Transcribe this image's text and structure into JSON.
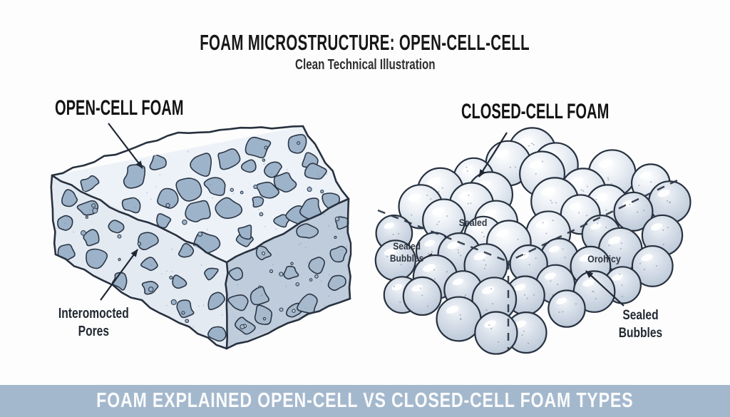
{
  "title": "FOAM MICROSTRUCTURE: OPEN-CELL-CELL",
  "subtitle": "Clean Technical Illustration",
  "left_figure": {
    "heading": "OPEN-CELL FOAM",
    "callout": "Interomocted\nPores"
  },
  "right_figure": {
    "heading": "CLOSED-CELL FOAM",
    "labels": {
      "sealed_top": "Sealed",
      "sealed_bubbles_left": "Sealed\nBubbles",
      "orohicy": "Orohicy",
      "sealed_bubbles_right": "Sealed\nBubbles"
    }
  },
  "banner": {
    "text": "FOAM EXPLAINED OPEN-CELL VS CLOSED-CELL FOAM TYPES"
  },
  "colors": {
    "banner_bg": "#a4b8cd",
    "banner_text": "#fafbfc",
    "ink_outline": "#28313f",
    "foam_top_face": "#edf2f8",
    "foam_front_face": "#e3eaf2",
    "foam_right_face": "#bfccdc",
    "pore_fill": "#9db3ca",
    "bubble_light": "#e9eef4",
    "bubble_shade": "#b7c4d5",
    "background": "#fdfdfd"
  }
}
